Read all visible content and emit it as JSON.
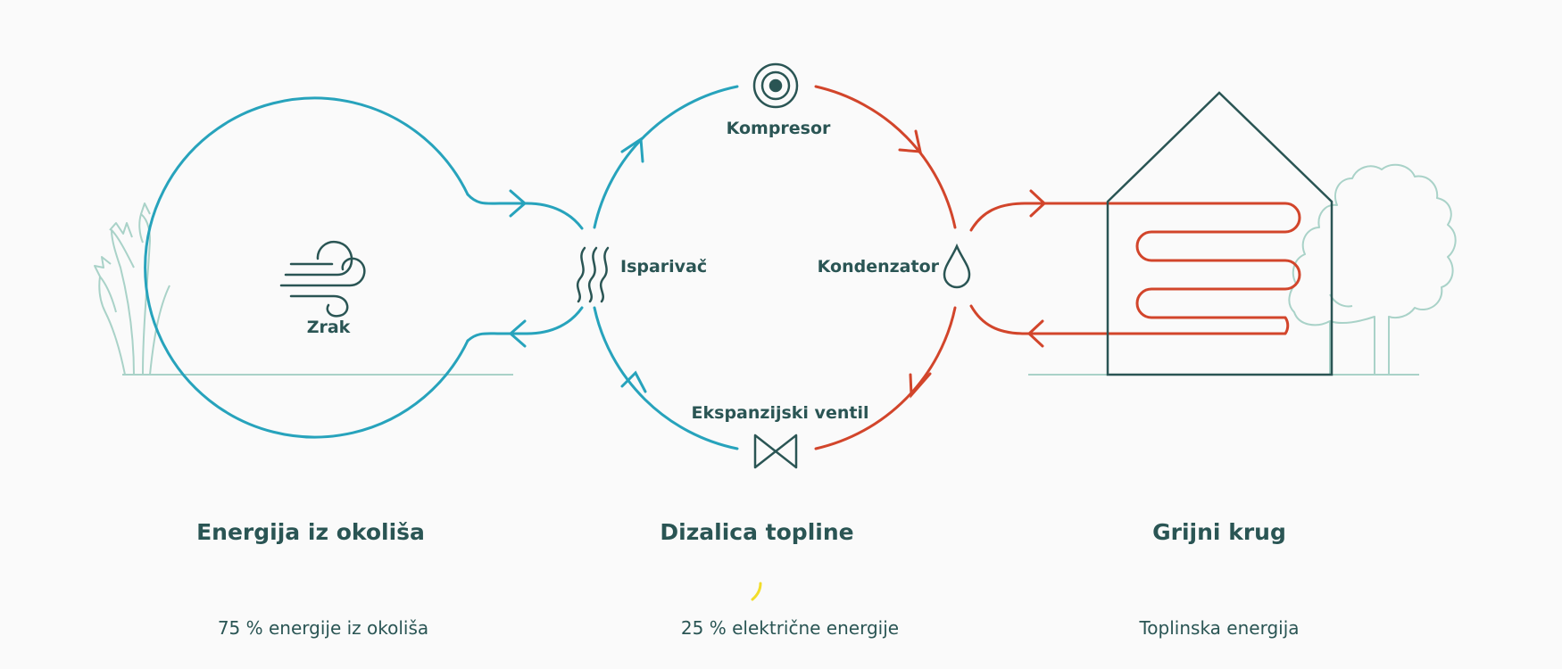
{
  "diagram": {
    "labels": {
      "compressor": "Kompresor",
      "evaporator": "Isparivač",
      "condenser": "Kondenzator",
      "expansion_valve": "Ekspanzijski ventil",
      "air": "Zrak"
    },
    "icons": {
      "compressor": "concentric-circles-icon",
      "evaporator": "heat-waves-icon",
      "condenser": "drop-icon",
      "expansion_valve": "valve-icon",
      "air": "wind-icon"
    }
  },
  "sections": [
    {
      "title": "Energija iz okoliša",
      "caption": "75 % energije iz okoliša"
    },
    {
      "title": "Dizalica topline",
      "caption": "25 % električne energije"
    },
    {
      "title": "Grijni krug",
      "caption": "Toplinska energija"
    }
  ],
  "colors": {
    "cold_loop": "#27a3bc",
    "hot_loop": "#d2452b",
    "ink": "#2a5554",
    "plant": "#a9d2c8",
    "bar_green": "#97c23c",
    "bar_orange": "#ee8a2a",
    "bar_red": "#d6392c",
    "electric_yellow": "#f2dd2a"
  }
}
